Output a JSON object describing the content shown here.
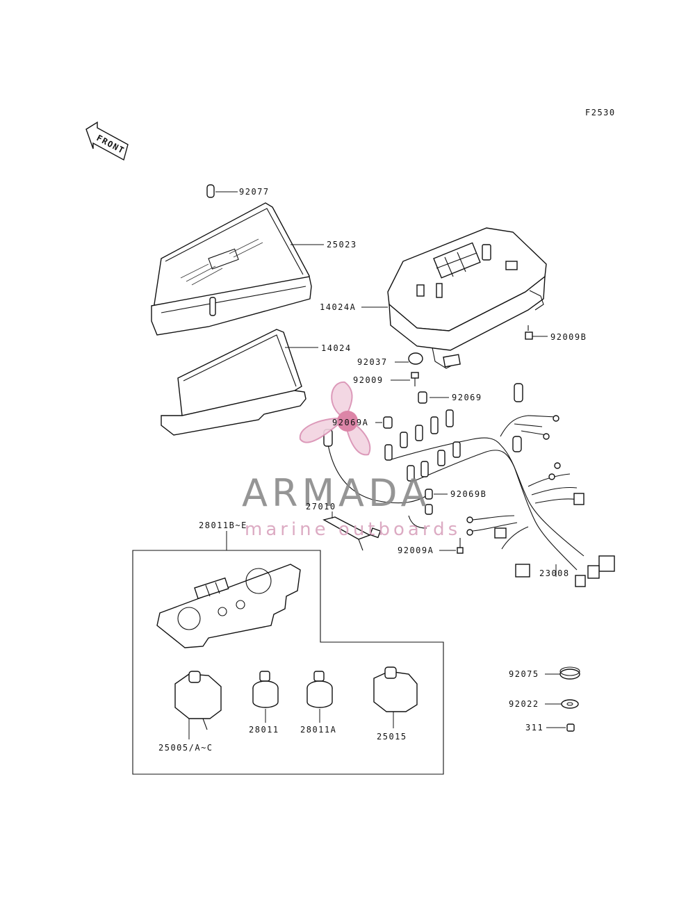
{
  "figure_id": "F2530",
  "front_label": "FRONT",
  "watermark": {
    "brand": "ARMADA",
    "tagline": "marine outboards"
  },
  "part_labels": {
    "p92077": "92077",
    "p25023": "25023",
    "p14024A": "14024A",
    "p92009B": "92009B",
    "p14024": "14024",
    "p92037": "92037",
    "p92009": "92009",
    "p92069": "92069",
    "p92069A": "92069A",
    "p92069B": "92069B",
    "p27010": "27010",
    "p28011BE": "28011B~E",
    "p92009A": "92009A",
    "p23008": "23008",
    "p92075": "92075",
    "p92022": "92022",
    "p311": "311",
    "p28011": "28011",
    "p28011A": "28011A",
    "p25015": "25015",
    "p25005": "25005/A~C"
  }
}
